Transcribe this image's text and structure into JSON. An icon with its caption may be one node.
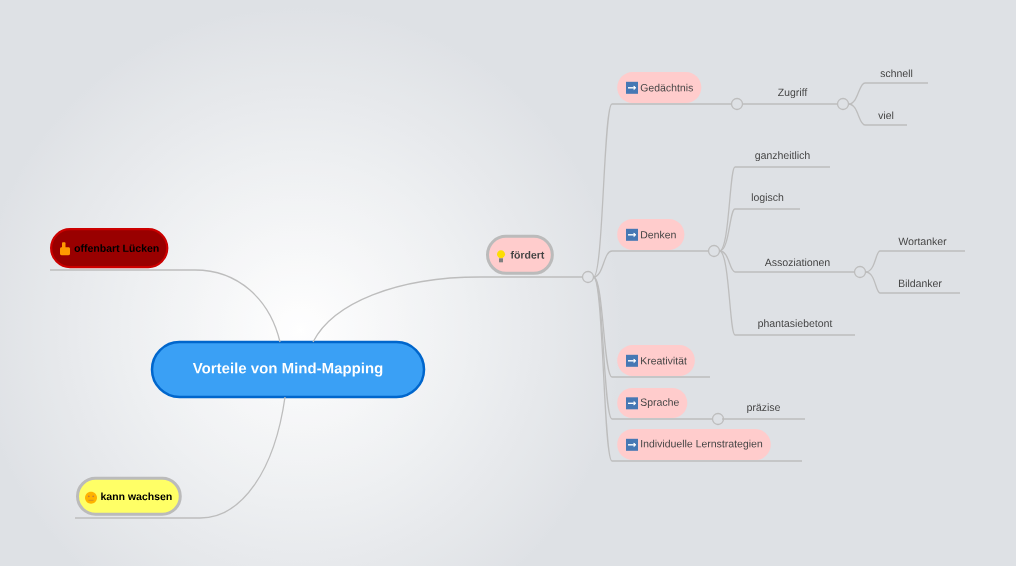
{
  "diagram": {
    "nodes": [
      {
        "text": [
          "Vorteile von Mind-Mapping"
        ]
      },
      {
        "text": [
          "offenbart Lücken"
        ]
      },
      {
        "text": [
          "kann wachsen"
        ]
      },
      {
        "text": [
          "fördert"
        ]
      },
      {
        "text": [
          "Gedächtnis"
        ]
      },
      {
        "text": [
          "Zugriff"
        ]
      },
      {
        "text": [
          "schnell"
        ]
      },
      {
        "text": [
          "viel"
        ]
      },
      {
        "text": [
          "Denken"
        ]
      },
      {
        "text": [
          "ganzheitlich"
        ]
      },
      {
        "text": [
          "logisch"
        ]
      },
      {
        "text": [
          "Assoziationen"
        ]
      },
      {
        "text": [
          "Wortanker"
        ]
      },
      {
        "text": [
          "Bildanker"
        ]
      },
      {
        "text": [
          "phantasiebetont"
        ]
      },
      {
        "text": [
          "Kreativität"
        ]
      },
      {
        "text": [
          "Sprache"
        ]
      },
      {
        "text": [
          "präzise"
        ]
      },
      {
        "text": [
          "Individuelle Lernstrategien"
        ]
      }
    ],
    "edges": [
      {
        "from": 0,
        "to": 1,
        "arrow": "none"
      },
      {
        "from": 0,
        "to": 2,
        "arrow": "none"
      },
      {
        "from": 0,
        "to": 3,
        "arrow": "none"
      },
      {
        "from": 3,
        "to": 4,
        "arrow": "none"
      },
      {
        "from": 4,
        "to": 5,
        "arrow": "none"
      },
      {
        "from": 5,
        "to": 6,
        "arrow": "none"
      },
      {
        "from": 5,
        "to": 7,
        "arrow": "none"
      },
      {
        "from": 3,
        "to": 8,
        "arrow": "none"
      },
      {
        "from": 8,
        "to": 9,
        "arrow": "none"
      },
      {
        "from": 8,
        "to": 10,
        "arrow": "none"
      },
      {
        "from": 8,
        "to": 11,
        "arrow": "none"
      },
      {
        "from": 11,
        "to": 12,
        "arrow": "none"
      },
      {
        "from": 11,
        "to": 13,
        "arrow": "none"
      },
      {
        "from": 8,
        "to": 14,
        "arrow": "none"
      },
      {
        "from": 3,
        "to": 15,
        "arrow": "none"
      },
      {
        "from": 3,
        "to": 16,
        "arrow": "none"
      },
      {
        "from": 16,
        "to": 17,
        "arrow": "none"
      },
      {
        "from": 3,
        "to": 18,
        "arrow": "none"
      }
    ]
  }
}
